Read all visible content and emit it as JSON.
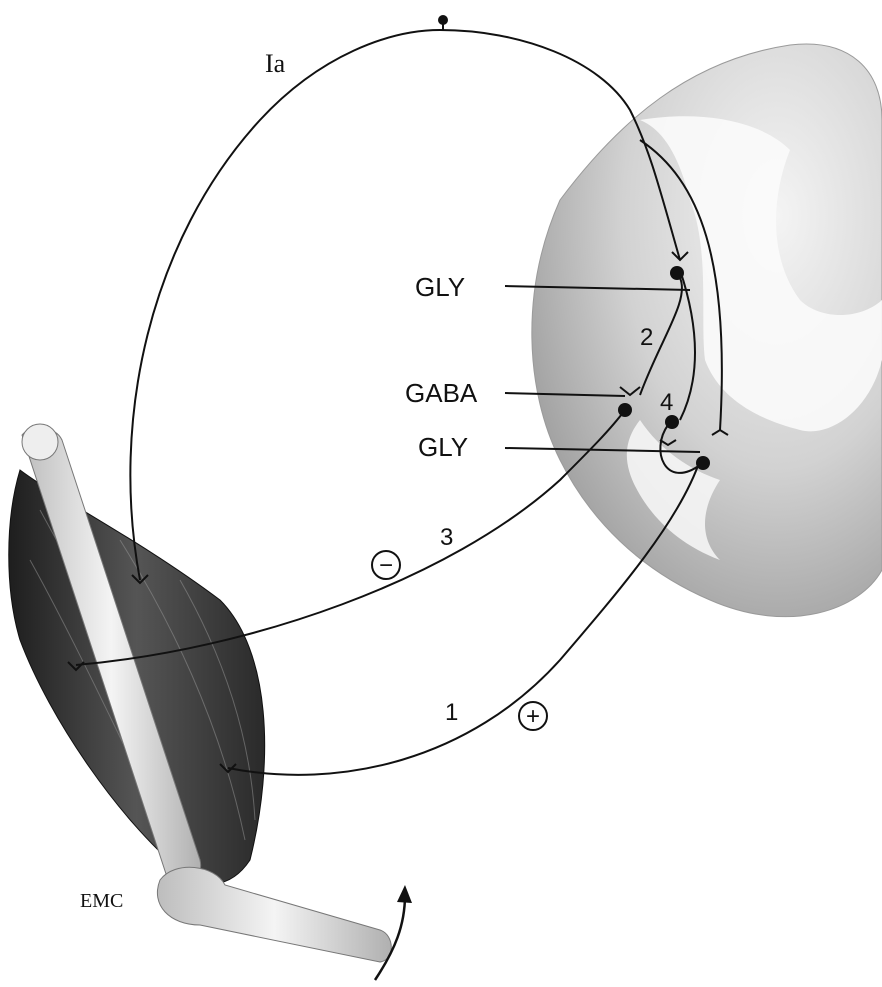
{
  "labels": {
    "fiber": "Ia",
    "gly_upper": "GLY",
    "gaba": "GABA",
    "gly_lower": "GLY",
    "path_1": "1",
    "path_2": "2",
    "path_3": "3",
    "path_4": "4",
    "sign_excitatory": "+",
    "sign_inhibitory": "−",
    "tag": "EMC"
  },
  "colors": {
    "ink": "#111111",
    "cord_gray": "#cfcfcf",
    "muscle_dark": "#3a3a3a",
    "bone": "#e6e6e6"
  }
}
